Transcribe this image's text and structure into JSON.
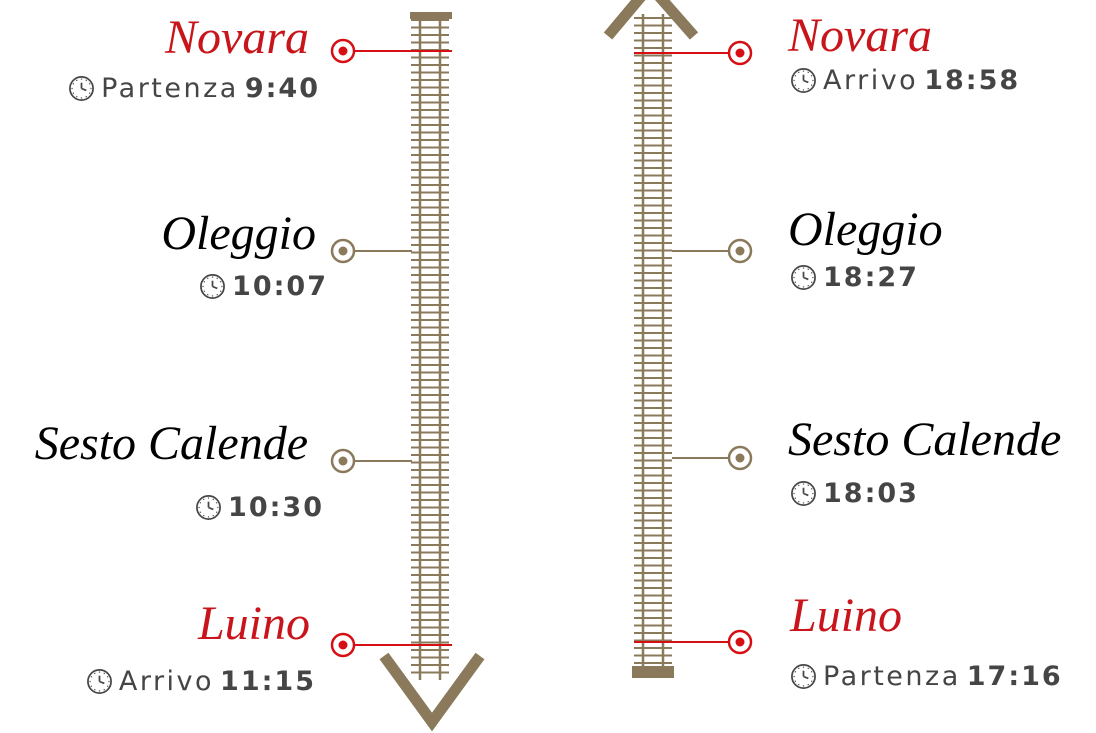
{
  "colors": {
    "track": "#8a7a5b",
    "terminal": "#d60f14",
    "text": "#454545",
    "station_text": "#000000",
    "terminal_text": "#c8151b"
  },
  "outbound": {
    "direction": "down",
    "stops": [
      {
        "name": "Novara",
        "label": "Partenza",
        "time": "9:40",
        "terminal": true
      },
      {
        "name": "Oleggio",
        "label": "",
        "time": "10:07",
        "terminal": false
      },
      {
        "name": "Sesto Calende",
        "label": "",
        "time": "10:30",
        "terminal": false
      },
      {
        "name": "Luino",
        "label": "Arrivo",
        "time": "11:15",
        "terminal": true
      }
    ]
  },
  "return": {
    "direction": "up",
    "stops": [
      {
        "name": "Novara",
        "label": "Arrivo",
        "time": "18:58",
        "terminal": true
      },
      {
        "name": "Oleggio",
        "label": "",
        "time": "18:27",
        "terminal": false
      },
      {
        "name": "Sesto Calende",
        "label": "",
        "time": "18:03",
        "terminal": false
      },
      {
        "name": "Luino",
        "label": "Partenza",
        "time": "17:16",
        "terminal": true
      }
    ]
  },
  "icons": {
    "clock": "clock-icon",
    "station_marker": "station-dot-icon",
    "direction_arrow": "chevron-arrow-icon"
  }
}
